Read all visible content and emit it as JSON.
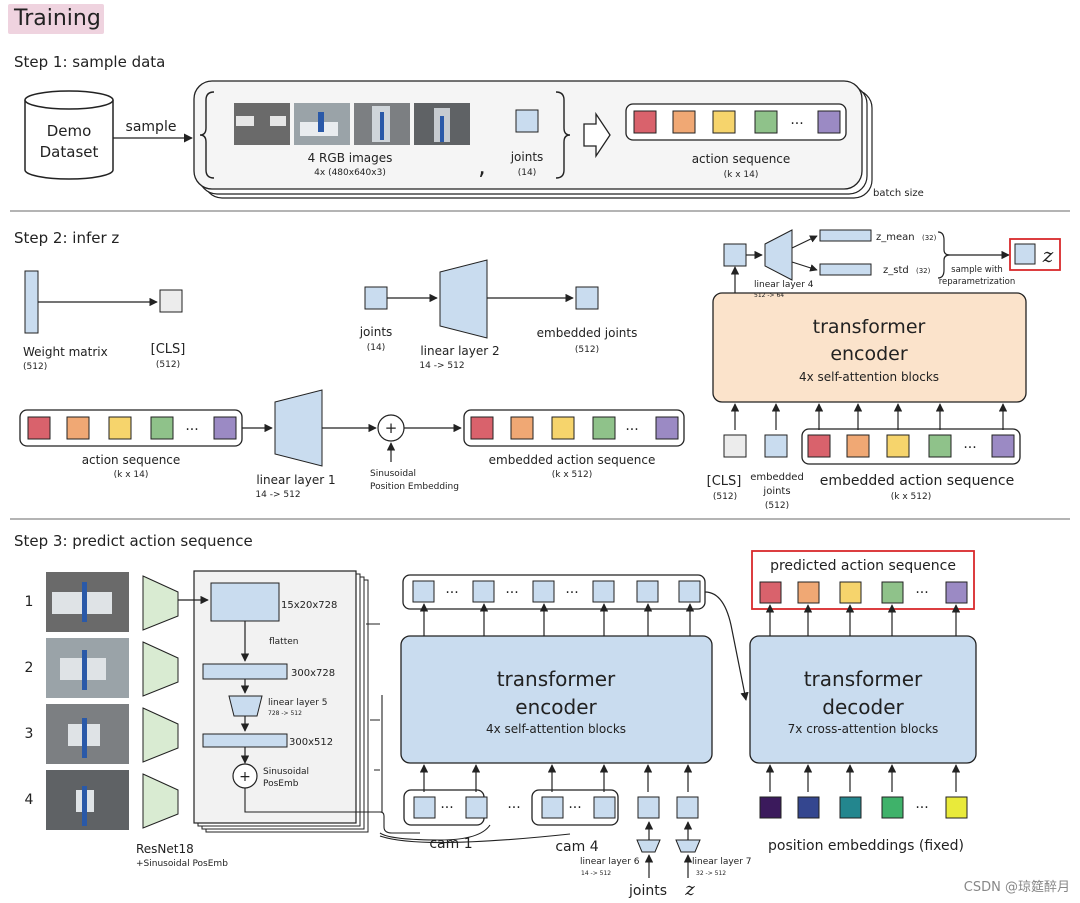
{
  "title": "Training",
  "step1": {
    "heading": "Step 1: sample data",
    "dataset": [
      "Demo",
      "Dataset"
    ],
    "sample_label": "sample",
    "images_label": "4 RGB images",
    "images_dims": "4x (480x640x3)",
    "comma": ",",
    "joints_label": "joints",
    "joints_dims": "(14)",
    "action_label": "action sequence",
    "action_dims": "(k x 14)",
    "batch_label": "batch size",
    "ellipsis": "···"
  },
  "step2": {
    "heading": "Step 2: infer z",
    "weight_label": "Weight matrix",
    "weight_dims": "(512)",
    "cls_label": "[CLS]",
    "cls_dims": "(512)",
    "joints_label": "joints",
    "joints_dims": "(14)",
    "linear2_label": "linear layer 2",
    "linear2_dims": "14 -> 512",
    "embedded_joints_label": "embedded joints",
    "embedded_joints_dims": "(512)",
    "action_label": "action sequence",
    "action_dims": "(k x 14)",
    "linear1_label": "linear layer 1",
    "linear1_dims": "14 -> 512",
    "sinusoidal": [
      "Sinusoidal",
      "Position Embedding"
    ],
    "plus": "+",
    "embedded_action_label": "embedded action sequence",
    "embedded_action_dims": "(k x 512)",
    "encoder_title": [
      "transformer",
      "encoder"
    ],
    "encoder_sub": "4x self-attention blocks",
    "linear4_label": "linear layer 4",
    "linear4_dims": "512 -> 64",
    "z_mean": "z_mean",
    "z_mean_dims": "(32)",
    "z_std": "z_std",
    "z_std_dims": "(32)",
    "sample_note": [
      "sample with",
      "reparametrization"
    ],
    "z_symbol": "z",
    "enc_cls_label": "[CLS]",
    "enc_cls_dims": "(512)",
    "enc_joints_label": [
      "embedded",
      "joints",
      "(512)"
    ],
    "enc_action_label": "embedded action sequence",
    "enc_action_dims": "(k x 512)",
    "ellipsis": "···"
  },
  "step3": {
    "heading": "Step 3: predict action sequence",
    "cam_numbers": [
      "1",
      "2",
      "3",
      "4"
    ],
    "resnet_label": "ResNet18",
    "resnet_sub": "+Sinusoidal PosEmb",
    "feat_dims": "15x20x728",
    "flatten": "flatten",
    "flat_dims": "300x728",
    "linear5_label": "linear layer 5",
    "linear5_dims": "728 -> 512",
    "proj_dims": "300x512",
    "sinusoidal": [
      "Sinusoidal",
      "PosEmb"
    ],
    "plus": "+",
    "encoder_title": [
      "transformer",
      "encoder"
    ],
    "encoder_sub": "4x self-attention blocks",
    "decoder_title": [
      "transformer",
      "decoder"
    ],
    "decoder_sub": "7x cross-attention blocks",
    "predicted_label": "predicted action sequence",
    "cam1": "cam 1",
    "cam4": "cam 4",
    "linear6_label": "linear layer 6",
    "linear6_dims": "14 -> 512",
    "linear7_label": "linear layer 7",
    "linear7_dims": "32 -> 512",
    "joints_label": "joints",
    "z_symbol": "z",
    "posemb_label": "position embeddings (fixed)",
    "ellipsis": "···"
  },
  "watermark": "CSDN @琼筵醉月",
  "colors": {
    "action_tokens": [
      "#d9626c",
      "#f0a874",
      "#f6d46c",
      "#8fc28a",
      "#9b8ac4"
    ],
    "posemb_tokens": [
      "#3b1a5c",
      "#34468f",
      "#23868e",
      "#3fb26a",
      "#e9ea3a"
    ],
    "light_blue": "#c9dcef",
    "encoder_fill": "#fbe3cb",
    "block_fill": "#c9dcef",
    "green": "#d9ebd2",
    "highlight_red": "#d9292b",
    "title_bg": "#efd3df"
  }
}
